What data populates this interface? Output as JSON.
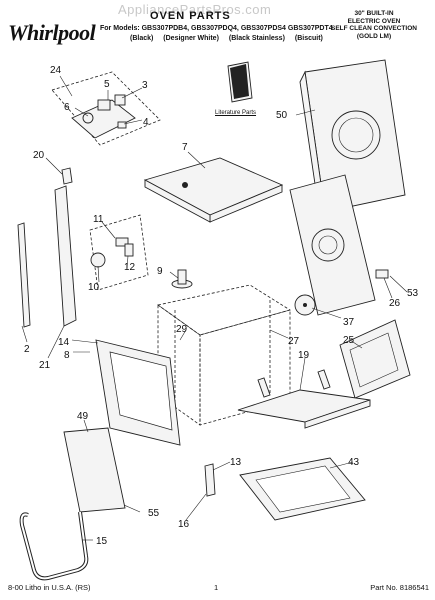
{
  "header": {
    "brand": "Whirlpool",
    "watermark": "AppliancePartsPros.com",
    "title": "OVEN PARTS",
    "spec_lines": [
      "30\" BUILT-IN",
      "ELECTRIC OVEN",
      "SELF CLEAN CONVECTION",
      "(GOLD LM)"
    ],
    "models_line": "For Models: GBS307PDB4, GBS307PDQ4, GBS307PDS4 GBS307PDT4",
    "variants": [
      "(Black)",
      "(Designer White)",
      "(Black Stainless)",
      "(Biscuit)"
    ]
  },
  "literature_label": "Literature Parts",
  "callouts": [
    "24",
    "5",
    "3",
    "6",
    "4",
    "50",
    "7",
    "20",
    "11",
    "12",
    "10",
    "9",
    "26",
    "53",
    "37",
    "29",
    "27",
    "25",
    "2",
    "21",
    "14",
    "8",
    "19",
    "49",
    "13",
    "43",
    "55",
    "16",
    "15"
  ],
  "footer": {
    "left": "8-00 Litho in U.S.A. (RS)",
    "center": "1",
    "right": "Part No. 8186541"
  }
}
